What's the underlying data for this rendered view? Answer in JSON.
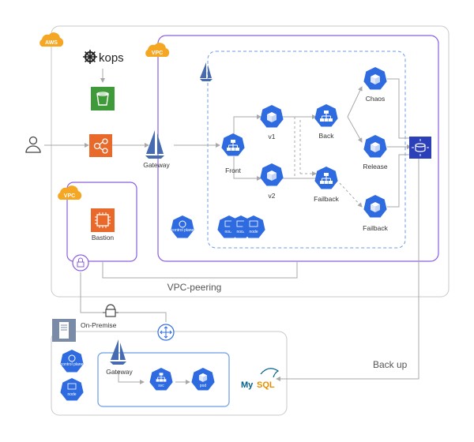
{
  "cloud_tags": {
    "aws": "AWS",
    "vpc_main": "VPC",
    "vpc_bastion": "VPC"
  },
  "labels": {
    "kops": "kops",
    "gateway": "Gateway",
    "front": "Front",
    "v1": "v1",
    "v2": "v2",
    "back": "Back",
    "failback_svc": "Failback",
    "chaos": "Chaos",
    "release": "Release",
    "failback_pod": "Failback",
    "bastion": "Bastion",
    "control_plane": "control plane",
    "node": "node",
    "vpc_peering": "VPC-peering",
    "on_premise": "On-Premise",
    "onprem_gateway": "Gateway",
    "svc": "svc",
    "pod": "pod",
    "mysql_my": "My",
    "mysql_sql": "SQL",
    "back_up": "Back up"
  },
  "colors": {
    "k8s_blue": "#2f6be0",
    "aws_orange": "#e8692a",
    "s3_green": "#3f9a3a",
    "cloud_orange": "#f5a623",
    "vpc_purple": "#7b4fd6",
    "line_gray": "#a8a8a8",
    "db_navy": "#2a3fb8",
    "mysql_blue": "#00618a",
    "mysql_orange": "#e48e00"
  },
  "icons": [
    "kops-helm-icon",
    "s3-bucket-icon",
    "user-icon",
    "aws-gateway-icon",
    "istio-sail-icon",
    "k8s-svc-icon",
    "k8s-pod-icon",
    "ec2-instance-icon",
    "lock-icon",
    "move-arrows-icon",
    "server-icon",
    "database-icon",
    "mysql-dolphin-icon"
  ]
}
